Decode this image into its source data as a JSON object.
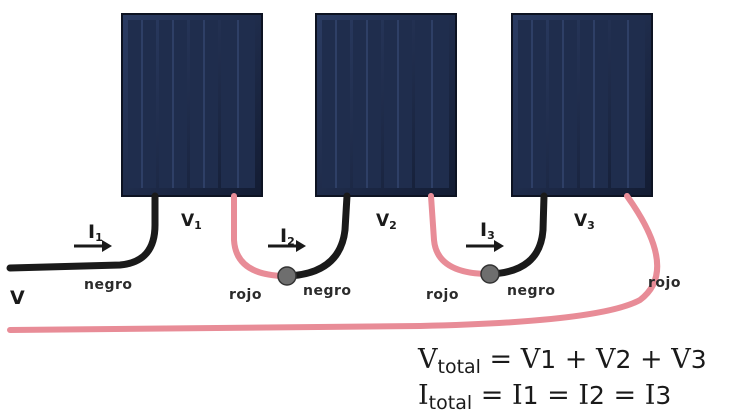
{
  "panels": [
    {
      "voltage_label": "V",
      "voltage_sub": "1",
      "current_label": "I",
      "current_sub": "1"
    },
    {
      "voltage_label": "V",
      "voltage_sub": "2",
      "current_label": "I",
      "current_sub": "2"
    },
    {
      "voltage_label": "V",
      "voltage_sub": "3",
      "current_label": "I",
      "current_sub": "3"
    }
  ],
  "output_label": "V",
  "wire_labels": {
    "negro": "negro",
    "rojo": "rojo"
  },
  "formulas": {
    "v_total": {
      "lhs": "V",
      "lhs_sub": "total",
      "eq": "=",
      "t1": "V",
      "n1": "1",
      "plus1": "+",
      "t2": "V",
      "n2": "2",
      "plus2": "+",
      "t3": "V",
      "n3": "3"
    },
    "i_total": {
      "lhs": "I",
      "lhs_sub": "total",
      "eq": "=",
      "t1": "I",
      "n1": "1",
      "eq1": "=",
      "t2": "I",
      "n2": "2",
      "eq2": "=",
      "t3": "I",
      "n3": "3"
    }
  },
  "colors": {
    "panel": "#1d2a46",
    "panel_cell": "#2a3a5e",
    "wire_black": "#1a1a1a",
    "wire_red": "#e88c97",
    "junction": "#6e6e6e"
  }
}
